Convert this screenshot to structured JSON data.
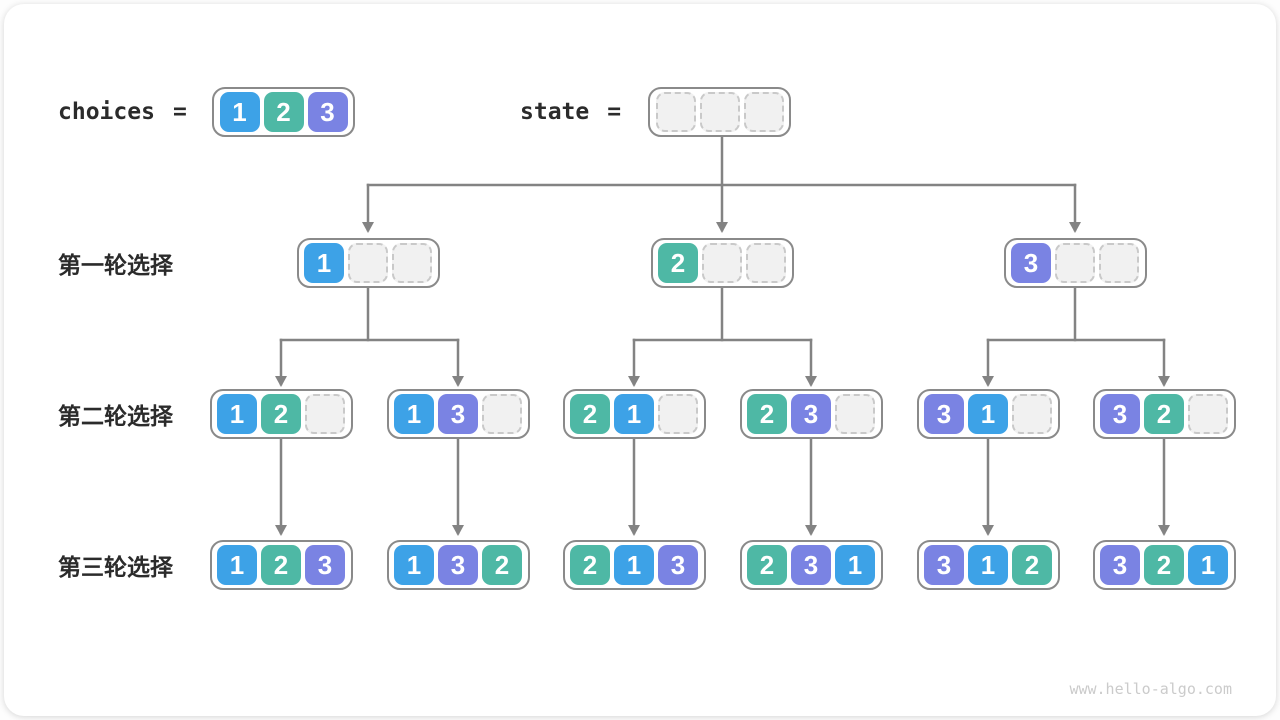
{
  "palette": {
    "1": "#3da2e7",
    "2": "#4eb8a5",
    "3": "#7a83e3"
  },
  "legend": {
    "choices_label": "choices",
    "equals_sign": "=",
    "choices_cells": [
      "1",
      "2",
      "3"
    ],
    "state_label": "state",
    "state_cells": [
      null,
      null,
      null
    ]
  },
  "rounds": [
    {
      "label": "第一轮选择",
      "nodes": [
        [
          "1",
          null,
          null
        ],
        [
          "2",
          null,
          null
        ],
        [
          "3",
          null,
          null
        ]
      ]
    },
    {
      "label": "第二轮选择",
      "nodes": [
        [
          "1",
          "2",
          null
        ],
        [
          "1",
          "3",
          null
        ],
        [
          "2",
          "1",
          null
        ],
        [
          "2",
          "3",
          null
        ],
        [
          "3",
          "1",
          null
        ],
        [
          "3",
          "2",
          null
        ]
      ]
    },
    {
      "label": "第三轮选择",
      "nodes": [
        [
          "1",
          "2",
          "3"
        ],
        [
          "1",
          "3",
          "2"
        ],
        [
          "2",
          "1",
          "3"
        ],
        [
          "2",
          "3",
          "1"
        ],
        [
          "3",
          "1",
          "2"
        ],
        [
          "3",
          "2",
          "1"
        ]
      ]
    }
  ],
  "watermark": "www.hello-algo.com"
}
